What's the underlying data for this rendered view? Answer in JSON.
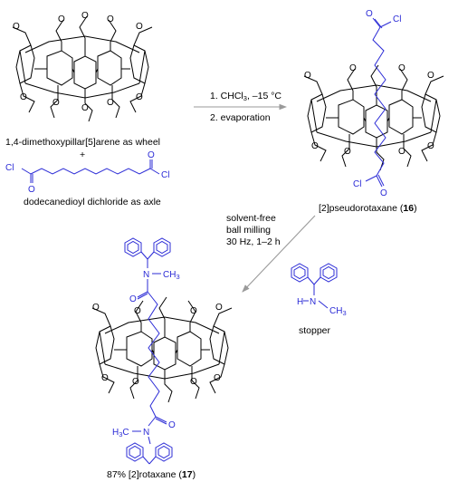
{
  "colors": {
    "blue": "#2b2bd6",
    "black": "#000000",
    "arrow_gray": "#9a9a9a"
  },
  "labels": {
    "wheel": "1,4-dimethoxypillar[5]arene as wheel",
    "plus": "+",
    "axle": "dodecanedioyl dichloride as axle",
    "pseudo_prefix": "[2]pseudorotaxane (",
    "pseudo_num": "16",
    "pseudo_suffix": ")",
    "rotaxane_prefix": "87% [2]rotaxane (",
    "rotaxane_num": "17",
    "rotaxane_suffix": ")",
    "stopper": "stopper"
  },
  "conditions1": {
    "step1_prefix": "1. CHCl",
    "step1_sub": "3",
    "step1_suffix": ", –15 °C",
    "step2": "2. evaporation"
  },
  "conditions2": {
    "line1": "solvent-free",
    "line2": "ball milling",
    "line3": "30 Hz, 1–2 h"
  },
  "atoms": {
    "O": "O",
    "Cl": "Cl",
    "N": "N",
    "H": "H",
    "methyl": "CH",
    "methyl_sub": "3",
    "h3c": "H",
    "h3c_sub": "3",
    "h3c_c": "C"
  }
}
